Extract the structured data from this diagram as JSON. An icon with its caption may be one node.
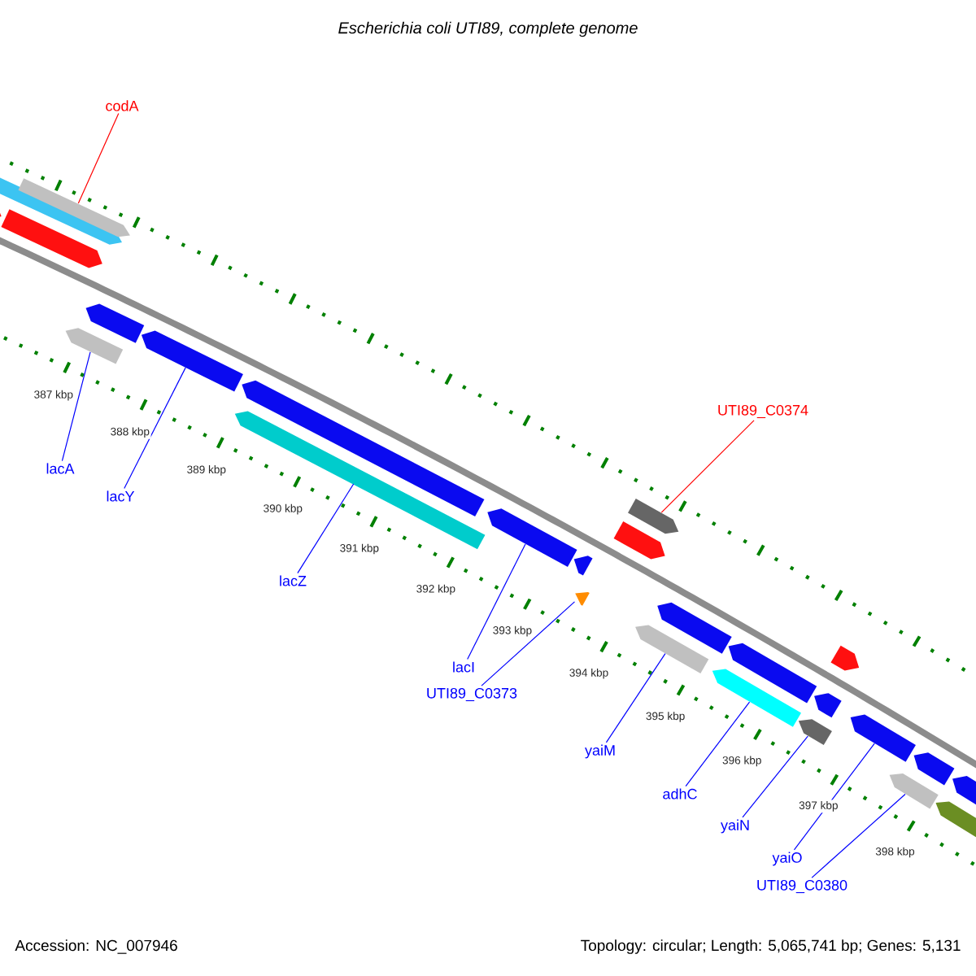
{
  "diagram": {
    "title": "Escherichia coli UTI89, complete genome",
    "nodes": [
      {
        "text": [
          "codA"
        ]
      },
      {
        "text": [
          "UTI89_C0374"
        ]
      },
      {
        "text": [
          "lacA"
        ]
      },
      {
        "text": [
          "lacY"
        ]
      },
      {
        "text": [
          "lacZ"
        ]
      },
      {
        "text": [
          "lacI"
        ]
      },
      {
        "text": [
          "UTI89_C0373"
        ]
      },
      {
        "text": [
          "yaiM"
        ]
      },
      {
        "text": [
          "adhC"
        ]
      },
      {
        "text": [
          "yaiN"
        ]
      },
      {
        "text": [
          "yaiO"
        ]
      },
      {
        "text": [
          "UTI89_C0380"
        ]
      },
      {
        "text": [],
        "shape": "bar"
      },
      {
        "text": [],
        "shape": "bar"
      },
      {
        "text": [],
        "shape": "bar"
      },
      {
        "text": [],
        "shape": "bar"
      },
      {
        "text": [],
        "shape": "bar"
      },
      {
        "text": [],
        "shape": "bar"
      },
      {
        "text": [],
        "shape": "bar"
      },
      {
        "text": [],
        "shape": "bar"
      },
      {
        "text": [],
        "shape": "bar"
      },
      {
        "text": [],
        "shape": "bar"
      },
      {
        "text": [],
        "shape": "bar"
      },
      {
        "text": [],
        "shape": "bar"
      },
      {
        "text": [],
        "shape": "bar"
      },
      {
        "text": [],
        "shape": "bar"
      },
      {
        "text": [],
        "shape": "bar"
      },
      {
        "text": [],
        "shape": "bar"
      },
      {
        "text": [],
        "shape": "bar"
      },
      {
        "text": [],
        "shape": "bar"
      },
      {
        "text": [],
        "shape": "bar"
      },
      {
        "text": [],
        "shape": "bar"
      },
      {
        "text": [],
        "shape": "bar"
      },
      {
        "text": [],
        "shape": "bar"
      },
      {
        "text": [],
        "shape": "bar"
      },
      {
        "text": [],
        "shape": "bar"
      },
      {
        "text": [],
        "shape": "bar"
      },
      {
        "text": [],
        "shape": "bar"
      }
    ],
    "edges": [
      {
        "from": 0,
        "to": 14,
        "arrow": "none",
        "color": "#ff0000"
      },
      {
        "from": 1,
        "to": 24,
        "arrow": "none",
        "color": "#ff0000"
      },
      {
        "from": 2,
        "to": 16,
        "arrow": "none"
      },
      {
        "from": 3,
        "to": 18,
        "arrow": "none"
      },
      {
        "from": 4,
        "to": 20,
        "arrow": "none"
      },
      {
        "from": 5,
        "to": 21,
        "arrow": "none"
      },
      {
        "from": 6,
        "to": 23,
        "arrow": "none"
      },
      {
        "from": 7,
        "to": 26,
        "arrow": "none"
      },
      {
        "from": 8,
        "to": 28,
        "arrow": "none"
      },
      {
        "from": 9,
        "to": 30,
        "arrow": "none"
      },
      {
        "from": 10,
        "to": 33,
        "arrow": "none"
      },
      {
        "from": 11,
        "to": 34,
        "arrow": "none"
      }
    ],
    "labels": [
      "387 kbp",
      "388 kbp",
      "389 kbp",
      "390 kbp",
      "391 kbp",
      "392 kbp",
      "393 kbp",
      "394 kbp",
      "395 kbp",
      "396 kbp",
      "397 kbp",
      "398 kbp",
      "Accession: NC_007946",
      "Topology: circular; Length: 5,065,741 bp; Genes: 5,131"
    ]
  }
}
